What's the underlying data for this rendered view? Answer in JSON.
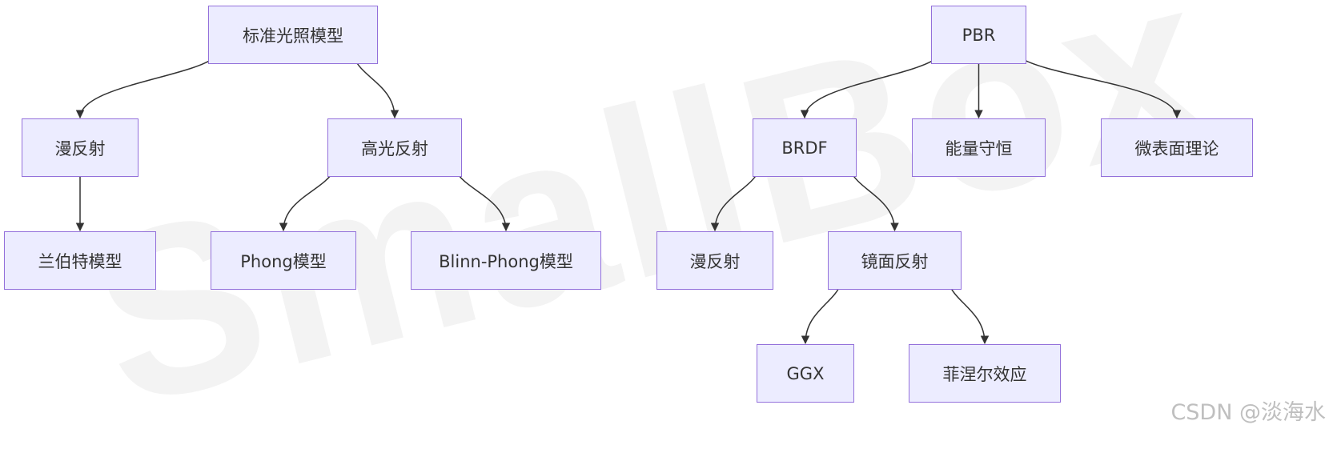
{
  "watermark": {
    "background_text": "SmallBox",
    "credit": "CSDN @淡海水"
  },
  "colors": {
    "node_fill": "#ececff",
    "node_border": "#9370db",
    "edge": "#333333",
    "text": "#333333"
  },
  "diagram": {
    "nodes": {
      "std": "标准光照模型",
      "diffuse1": "漫反射",
      "lambert": "兰伯特模型",
      "specular": "高光反射",
      "phong": "Phong模型",
      "blinn": "Blinn-Phong模型",
      "pbr": "PBR",
      "brdf": "BRDF",
      "energy": "能量守恒",
      "micro": "微表面理论",
      "diffuse2": "漫反射",
      "mirror": "镜面反射",
      "ggx": "GGX",
      "fresnel": "菲涅尔效应"
    },
    "edges": [
      [
        "std",
        "diffuse1"
      ],
      [
        "std",
        "specular"
      ],
      [
        "diffuse1",
        "lambert"
      ],
      [
        "specular",
        "phong"
      ],
      [
        "specular",
        "blinn"
      ],
      [
        "pbr",
        "brdf"
      ],
      [
        "pbr",
        "energy"
      ],
      [
        "pbr",
        "micro"
      ],
      [
        "brdf",
        "diffuse2"
      ],
      [
        "brdf",
        "mirror"
      ],
      [
        "mirror",
        "ggx"
      ],
      [
        "mirror",
        "fresnel"
      ]
    ]
  }
}
